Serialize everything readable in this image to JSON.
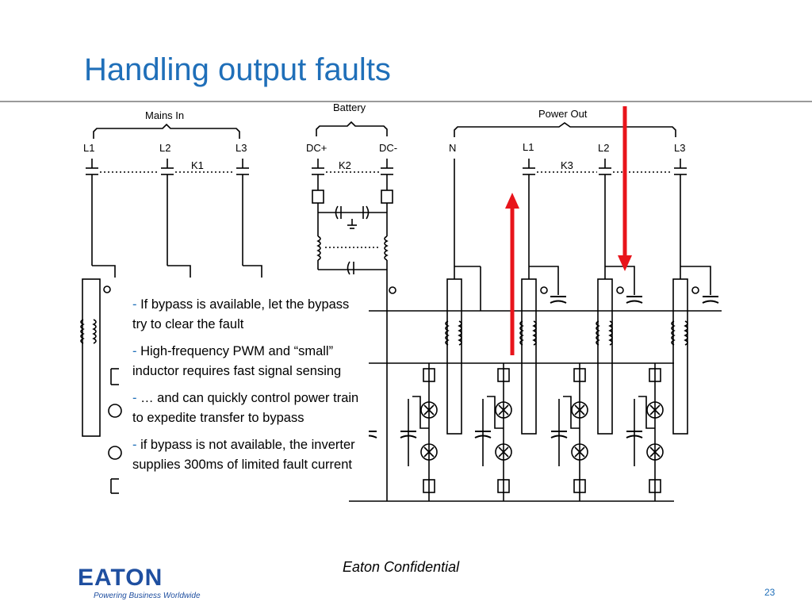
{
  "slide": {
    "title": "Handling output faults",
    "footer": "Eaton Confidential",
    "page_number": "23",
    "logo": {
      "wordmark": "EATON",
      "tagline": "Powering Business Worldwide"
    }
  },
  "diagram": {
    "groups": {
      "mains_in": "Mains In",
      "battery": "Battery",
      "power_out": "Power Out"
    },
    "terminals": {
      "mains_l1": "L1",
      "mains_l2": "L2",
      "mains_l3": "L3",
      "dc_plus": "DC+",
      "dc_minus": "DC-",
      "out_n": "N",
      "out_l1": "L1",
      "out_l2": "L2",
      "out_l3": "L3"
    },
    "contactors": {
      "k1": "K1",
      "k2": "K2",
      "k3": "K3"
    },
    "arrows": {
      "up_color": "#e8141b",
      "down_color": "#e8141b"
    }
  },
  "bullets": [
    {
      "dash": "-",
      "text": " If bypass is available, let the bypass try to clear the fault"
    },
    {
      "dash": "-",
      "text": " High-frequency PWM and “small” inductor requires fast signal sensing"
    },
    {
      "dash": "-",
      "text": " … and can quickly control power train to expedite transfer to bypass"
    },
    {
      "dash": "-",
      "text": " if bypass is not available, the inverter supplies 300ms of limited fault current"
    }
  ]
}
